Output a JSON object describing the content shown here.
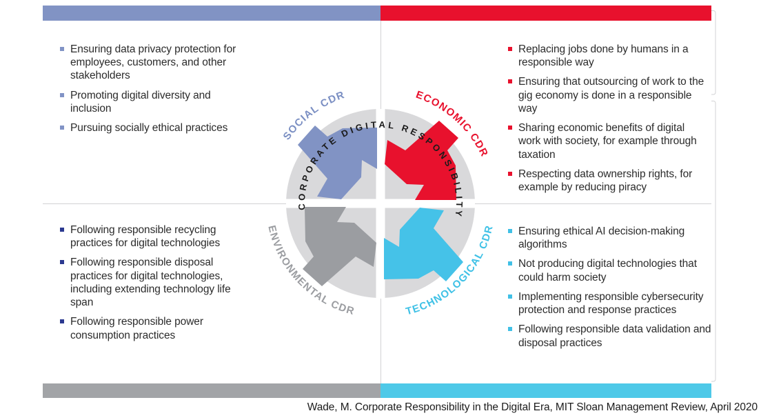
{
  "diagram": {
    "center_title": "CORPORATE DIGITAL RESPONSIBILITY",
    "quadrants": [
      {
        "id": "social",
        "label": "SOCIAL CDR",
        "label_color": "#7b8fc3",
        "arrow_color": "#8193c4",
        "bar_color": "#8193c4",
        "bullet_color": "#8193c5",
        "bullets": [
          "Ensuring data privacy protection for employees, customers, and other stakeholders",
          "Promoting digital diversity and inclusion",
          "Pursuing socially ethical practices"
        ]
      },
      {
        "id": "economic",
        "label": "ECONOMIC CDR",
        "label_color": "#e8112d",
        "arrow_color": "#e8112d",
        "bar_color": "#e8112d",
        "bullet_color": "#e8112d",
        "bullets": [
          "Replacing jobs done by humans in a responsible way",
          "Ensuring that outsourcing of work to the gig economy is done in a responsible way",
          "Sharing economic benefits of digital work with society, for example through taxation",
          "Respecting data ownership rights, for example by reducing piracy"
        ]
      },
      {
        "id": "environmental",
        "label": "ENVIRONMENTAL CDR",
        "label_color": "#9b9da1",
        "arrow_color": "#9b9da1",
        "bar_color": "#a2a4a7",
        "bullet_color": "#2b3990",
        "bullets": [
          "Following responsible recycling practices for digital technologies",
          "Following responsible disposal practices for digital technologies, including extending technology life span",
          "Following responsible power consumption practices"
        ]
      },
      {
        "id": "technological",
        "label": "TECHNOLOGICAL CDR",
        "label_color": "#3fc1e6",
        "arrow_color": "#45c2e8",
        "bar_color": "#4ec9e8",
        "bullet_color": "#41c0e6",
        "bullets": [
          "Ensuring ethical AI decision-making algorithms",
          "Not producing digital technologies that could harm society",
          "Implementing responsible cybersecurity protection and response practices",
          "Following responsible data validation and disposal practices"
        ]
      }
    ],
    "palette": {
      "circle_fill": "#d9d9db",
      "hairline": "#d2d2d4",
      "body_text": "#2b2b2b"
    },
    "footer": "Wade, M. Corporate Responsibility in the Digital Era, MIT Sloan Management Review, April 2020"
  }
}
